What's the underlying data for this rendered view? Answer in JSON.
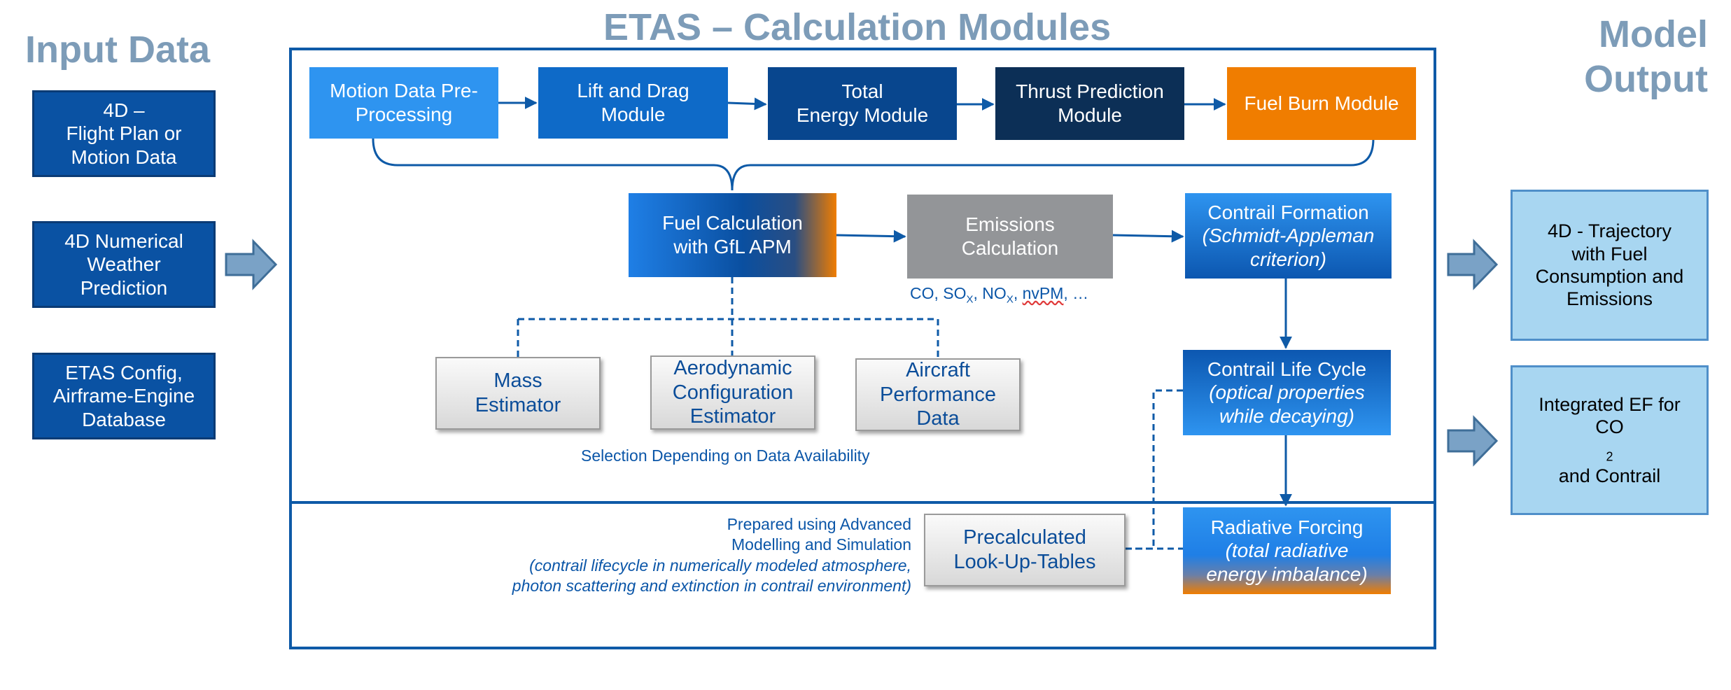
{
  "headings": {
    "input": "Input Data",
    "main": "ETAS – Calculation Modules",
    "output_line1": "Model",
    "output_line2": "Output"
  },
  "inputs": [
    {
      "lines": [
        "4D –",
        "Flight Plan or",
        "Motion Data"
      ]
    },
    {
      "lines": [
        "4D Numerical",
        "Weather",
        "Prediction"
      ]
    },
    {
      "lines": [
        "ETAS Config,",
        "Airframe-Engine",
        "Database"
      ]
    }
  ],
  "modules": {
    "motion": {
      "lines": [
        "Motion Data Pre-",
        "Processing"
      ]
    },
    "lift": {
      "lines": [
        "Lift and Drag",
        "Module"
      ]
    },
    "energy": {
      "lines": [
        "Total",
        "Energy Module"
      ]
    },
    "thrust": {
      "lines": [
        "Thrust Prediction",
        "Module"
      ]
    },
    "fuelburn": {
      "lines": [
        "Fuel Burn Module"
      ]
    },
    "fuelcalc": {
      "lines": [
        "Fuel Calculation",
        "with GfL APM"
      ]
    },
    "emissions": {
      "lines": [
        "Emissions",
        "Calculation"
      ]
    },
    "contrail_formation": {
      "title": "Contrail Formation",
      "sub": [
        "(Schmidt-Appleman",
        "criterion)"
      ]
    },
    "contrail_life": {
      "title": "Contrail Life Cycle",
      "sub": [
        "(optical properties",
        "while decaying)"
      ]
    },
    "radiative": {
      "title": "Radiative Forcing",
      "sub": [
        "(total radiative",
        "energy imbalance)"
      ]
    }
  },
  "estimators": [
    {
      "lines": [
        "Mass",
        "Estimator"
      ]
    },
    {
      "lines": [
        "Aerodynamic",
        "Configuration",
        "Estimator"
      ]
    },
    {
      "lines": [
        "Aircraft",
        "Performance",
        "Data"
      ]
    }
  ],
  "lookup": {
    "lines": [
      "Precalculated",
      "Look-Up-Tables"
    ]
  },
  "emissions_species": {
    "co": "CO, SO",
    "sox_sub": "X",
    "nox": ", NO",
    "nox_sub": "X",
    "nvpm": "nvPM",
    "tail": ", …"
  },
  "selection_note": "Selection Depending on Data Availability",
  "prepared_note": {
    "lines": [
      "Prepared using Advanced",
      "Modelling and Simulation"
    ],
    "italic_lines": [
      "(contrail lifecycle in numerically modeled atmosphere,",
      "photon scattering and extinction in contrail environment)"
    ]
  },
  "outputs": [
    {
      "lines": [
        "4D - Trajectory",
        "with Fuel",
        "Consumption and",
        "Emissions"
      ]
    },
    {
      "line1": "Integrated EF for",
      "line2_pre": "CO",
      "line2_sub": "2",
      "line2_post": " and Contrail"
    }
  ],
  "colors": {
    "heading": "#7d9cb8",
    "frame": "#0e5aa7",
    "input_box": "#0a52a3",
    "accent_orange": "#f07d00",
    "output_box": "#a8d6f1",
    "gray_module": "#939598"
  }
}
